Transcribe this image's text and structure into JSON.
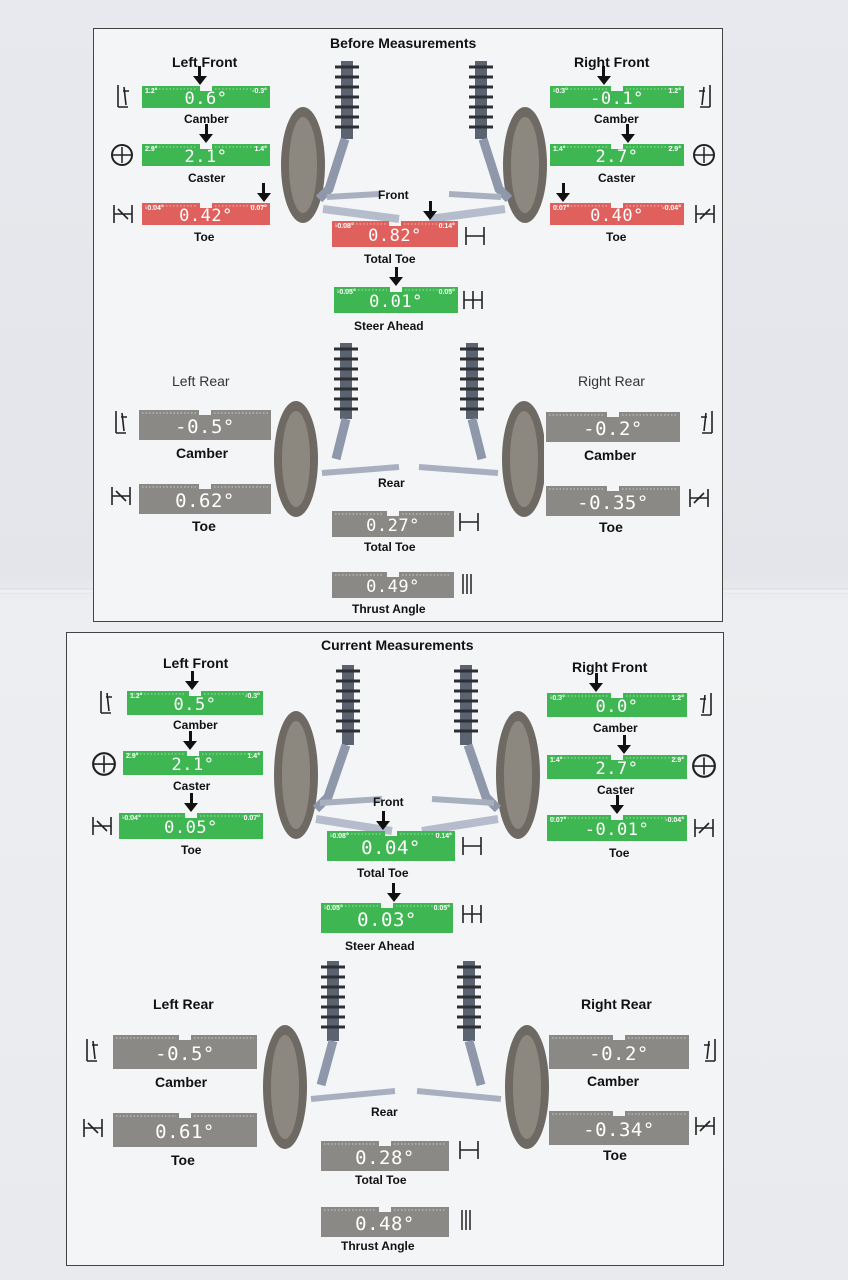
{
  "colors": {
    "green": "#3eb651",
    "red": "#df605c",
    "gray": "#8b8985",
    "text": "#111111"
  },
  "icons": {
    "camber": "camber-icon",
    "caster": "caster-icon",
    "toe": "toe-icon",
    "thrust": "thrust-icon"
  },
  "before": {
    "title": "Before Measurements",
    "front_label": "Front",
    "rear_label": "Rear",
    "left_front": {
      "heading": "Left Front",
      "camber": {
        "label": "Camber",
        "value": "0.6°",
        "min": "1.2°",
        "max": "-0.3°"
      },
      "caster": {
        "label": "Caster",
        "value": "2.1°",
        "min": "2.9°",
        "max": "1.4°"
      },
      "toe": {
        "label": "Toe",
        "value": "0.42°",
        "min": "-0.04°",
        "max": "0.07°"
      }
    },
    "right_front": {
      "heading": "Right Front",
      "camber": {
        "label": "Camber",
        "value": "-0.1°",
        "min": "-0.3°",
        "max": "1.2°"
      },
      "caster": {
        "label": "Caster",
        "value": "2.7°",
        "min": "1.4°",
        "max": "2.9°"
      },
      "toe": {
        "label": "Toe",
        "value": "0.40°",
        "min": "0.07°",
        "max": "-0.04°"
      }
    },
    "total_toe_front": {
      "label": "Total Toe",
      "value": "0.82°",
      "min": "-0.08°",
      "max": "0.14°"
    },
    "steer_ahead": {
      "label": "Steer Ahead",
      "value": "0.01°",
      "min": "-0.05°",
      "max": "0.05°"
    },
    "left_rear": {
      "heading": "Left Rear",
      "camber": {
        "label": "Camber",
        "value": "-0.5°"
      },
      "toe": {
        "label": "Toe",
        "value": "0.62°"
      }
    },
    "right_rear": {
      "heading": "Right Rear",
      "camber": {
        "label": "Camber",
        "value": "-0.2°"
      },
      "toe": {
        "label": "Toe",
        "value": "-0.35°"
      }
    },
    "total_toe_rear": {
      "label": "Total Toe",
      "value": "0.27°"
    },
    "thrust_angle": {
      "label": "Thrust Angle",
      "value": "0.49°"
    }
  },
  "current": {
    "title": "Current Measurements",
    "front_label": "Front",
    "rear_label": "Rear",
    "left_front": {
      "heading": "Left Front",
      "camber": {
        "label": "Camber",
        "value": "0.5°",
        "min": "1.2°",
        "max": "-0.3°"
      },
      "caster": {
        "label": "Caster",
        "value": "2.1°",
        "min": "2.9°",
        "max": "1.4°"
      },
      "toe": {
        "label": "Toe",
        "value": "0.05°",
        "min": "-0.04°",
        "max": "0.07°"
      }
    },
    "right_front": {
      "heading": "Right Front",
      "camber": {
        "label": "Camber",
        "value": "0.0°",
        "min": "-0.3°",
        "max": "1.2°"
      },
      "caster": {
        "label": "Caster",
        "value": "2.7°",
        "min": "1.4°",
        "max": "2.9°"
      },
      "toe": {
        "label": "Toe",
        "value": "-0.01°",
        "min": "0.07°",
        "max": "-0.04°"
      }
    },
    "total_toe_front": {
      "label": "Total Toe",
      "value": "0.04°",
      "min": "-0.08°",
      "max": "0.14°"
    },
    "steer_ahead": {
      "label": "Steer Ahead",
      "value": "0.03°",
      "min": "-0.05°",
      "max": "0.05°"
    },
    "left_rear": {
      "heading": "Left Rear",
      "camber": {
        "label": "Camber",
        "value": "-0.5°"
      },
      "toe": {
        "label": "Toe",
        "value": "0.61°"
      }
    },
    "right_rear": {
      "heading": "Right Rear",
      "camber": {
        "label": "Camber",
        "value": "-0.2°"
      },
      "toe": {
        "label": "Toe",
        "value": "-0.34°"
      }
    },
    "total_toe_rear": {
      "label": "Total Toe",
      "value": "0.28°"
    },
    "thrust_angle": {
      "label": "Thrust Angle",
      "value": "0.48°"
    }
  }
}
